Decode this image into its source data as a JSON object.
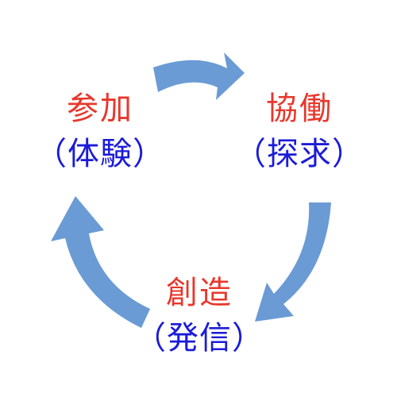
{
  "diagram": {
    "nodes": [
      {
        "id": "participation",
        "label": "参加",
        "sub": "（体験）"
      },
      {
        "id": "collaboration",
        "label": "協働",
        "sub": "（探求）"
      },
      {
        "id": "creation",
        "label": "創造",
        "sub": "（発信）"
      }
    ],
    "edges": [
      {
        "from": "participation",
        "to": "collaboration"
      },
      {
        "from": "collaboration",
        "to": "creation"
      },
      {
        "from": "creation",
        "to": "participation"
      }
    ],
    "colors": {
      "label": "#e8372c",
      "sub": "#1b1bd8",
      "arrow": "#6a9bd4",
      "background": "#ffffff"
    }
  }
}
